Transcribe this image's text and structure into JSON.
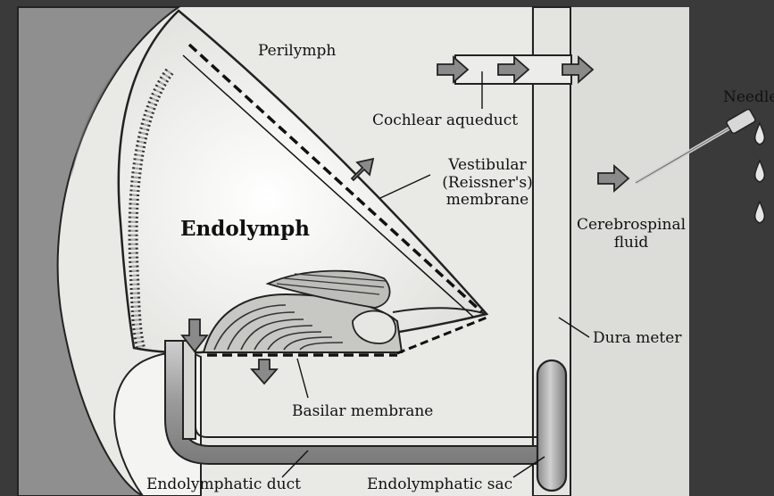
{
  "labels": {
    "perilymph": "Perilymph",
    "cochlear_aqueduct": "Cochlear aqueduct",
    "vestibular_membrane": [
      "Vestibular",
      "(Reissner's)",
      "membrane"
    ],
    "endolymph": "Endolymph",
    "needle": "Needle",
    "cerebrospinal_fluid": [
      "Cerebrospinal",
      "fluid"
    ],
    "dura_meter": "Dura meter",
    "basilar_membrane": "Basilar membrane",
    "endolymphatic_duct": "Endolymphatic duct",
    "endolymphatic_sac": "Endolymphatic sac"
  },
  "colors": {
    "background_dark": "#3a3a3a",
    "bone_gray": "#8f8f8f",
    "light_fill": "#f2f2ee",
    "arrow_gray": "#8a8a8a",
    "ink": "#111111"
  }
}
